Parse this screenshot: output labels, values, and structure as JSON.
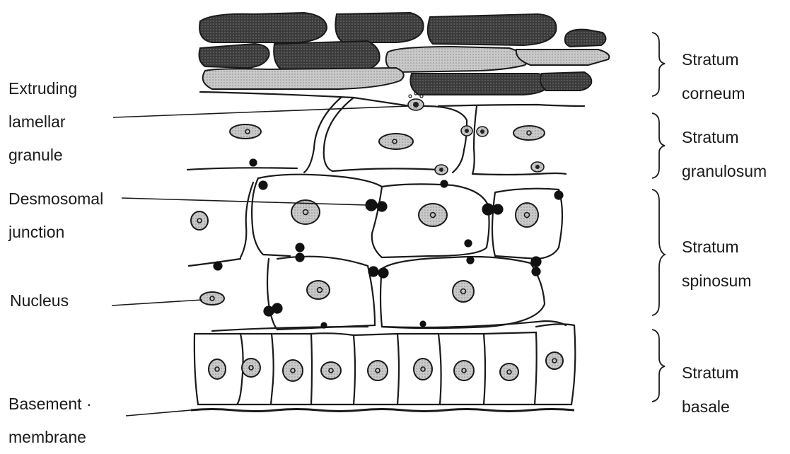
{
  "left_labels": {
    "extruding_lamellar_granule": [
      "Extruding",
      "lamellar",
      "granule"
    ],
    "desmosomal_junction": [
      "Desmosomal",
      "junction"
    ],
    "nucleus": [
      "Nucleus"
    ],
    "basement_membrane": [
      "Basement ·",
      "membrane"
    ]
  },
  "layer_labels": {
    "stratum_corneum": [
      "Stratum",
      "corneum"
    ],
    "stratum_granulosum": [
      "Stratum",
      "granulosum"
    ],
    "stratum_spinosum": [
      "Stratum",
      "spinosum"
    ],
    "stratum_basale": [
      "Stratum",
      "basale"
    ]
  },
  "colors": {
    "ink": "#1a1a1a",
    "dark_keratin": "#3a3a3a",
    "light_keratin": "#b4b4b4",
    "nucleus_fill": "#c8c8c8"
  }
}
